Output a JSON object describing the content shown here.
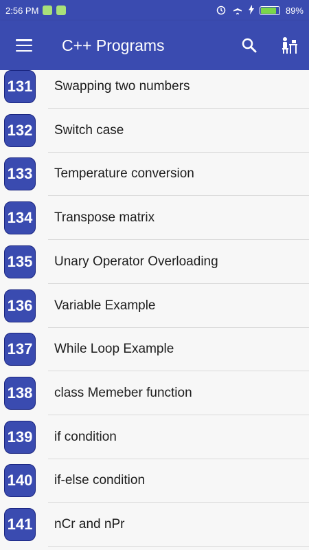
{
  "status_bar": {
    "time": "2:56 PM",
    "battery": "89%",
    "battery_level": 0.89
  },
  "app_bar": {
    "title": "C++ Programs",
    "menu_icon": "hamburger-menu-icon",
    "search_icon": "search-icon",
    "profile_icon": "desk-person-icon"
  },
  "programs": [
    {
      "number": "131",
      "title": "Swapping two numbers"
    },
    {
      "number": "132",
      "title": "Switch case"
    },
    {
      "number": "133",
      "title": "Temperature conversion"
    },
    {
      "number": "134",
      "title": "Transpose matrix"
    },
    {
      "number": "135",
      "title": "Unary Operator Overloading"
    },
    {
      "number": "136",
      "title": "Variable Example"
    },
    {
      "number": "137",
      "title": "While Loop Example"
    },
    {
      "number": "138",
      "title": "class Memeber function"
    },
    {
      "number": "139",
      "title": "if condition"
    },
    {
      "number": "140",
      "title": "if-else condition"
    },
    {
      "number": "141",
      "title": "nCr and nPr"
    }
  ]
}
